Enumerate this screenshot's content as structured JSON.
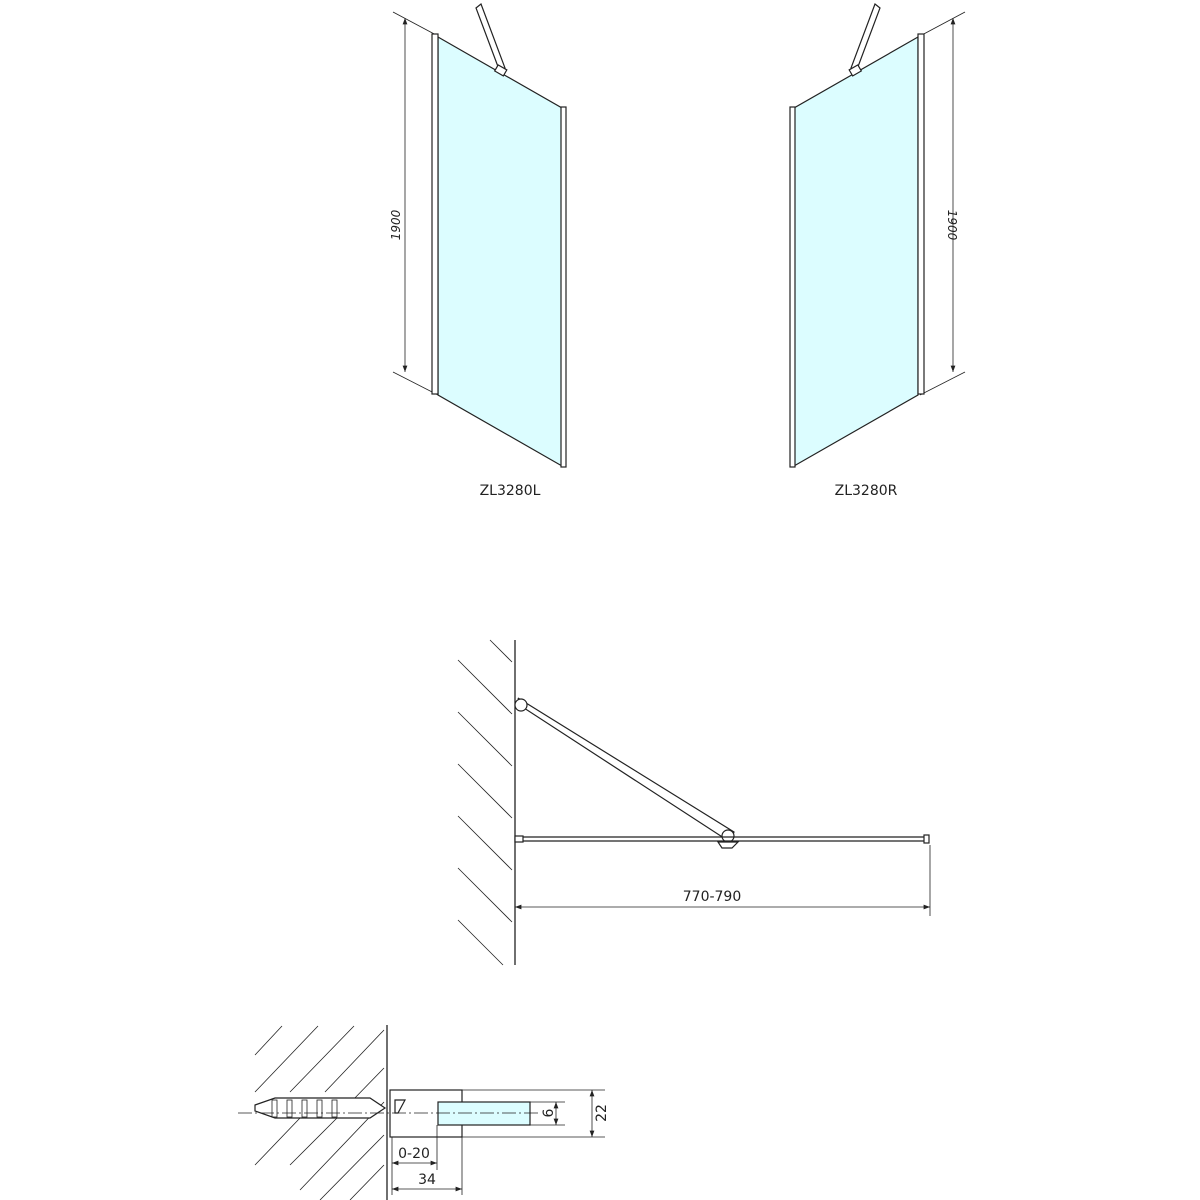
{
  "left_panel": {
    "label": "ZL3280L",
    "height_dim": "1900"
  },
  "right_panel": {
    "label": "ZL3280R",
    "height_dim": "1900"
  },
  "top_view": {
    "width_dim": "770-790"
  },
  "profile_detail": {
    "adjust_dim": "0-20",
    "profile_width_dim": "34",
    "glass_thickness_dim": "6",
    "profile_height_dim": "22"
  },
  "colors": {
    "glass": "#dcfdff",
    "line": "#222222"
  }
}
